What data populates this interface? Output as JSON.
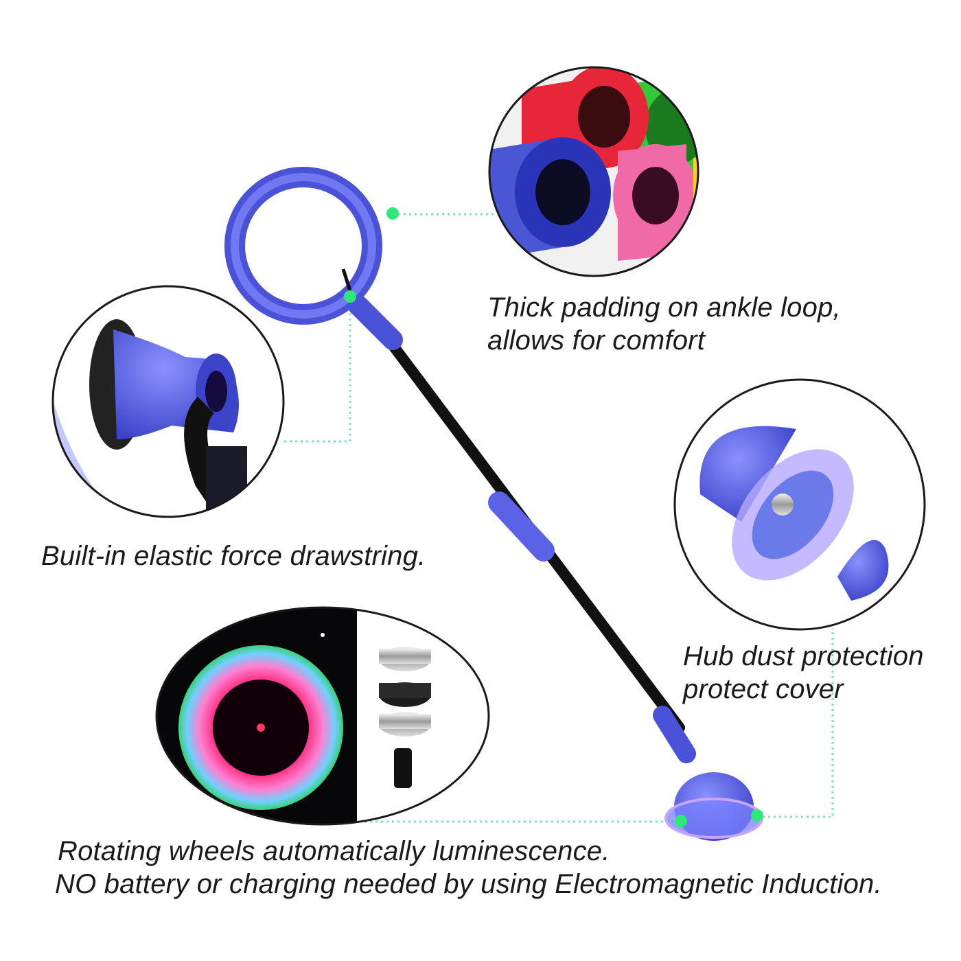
{
  "captions": {
    "padding_line1": "Thick padding on ankle loop,",
    "padding_line2": "allows for comfort",
    "drawstring": "Built-in elastic force drawstring.",
    "hub_line1": "Hub dust protection",
    "hub_line2": "protect cover",
    "wheels_line1": "Rotating wheels automatically luminescence.",
    "wheels_line2": "NO battery or charging needed by using Electromagnetic Induction."
  },
  "colors": {
    "toy_blue": "#5a63e6",
    "connector_green": "#2ee87a",
    "dotted_line": "#7fe0c8",
    "caption_text": "#1a1a1a"
  },
  "icons": [
    "ankle-loop",
    "foam-tubes",
    "drawstring-connector",
    "hub-cover",
    "luminous-wheel",
    "bearing-parts"
  ]
}
